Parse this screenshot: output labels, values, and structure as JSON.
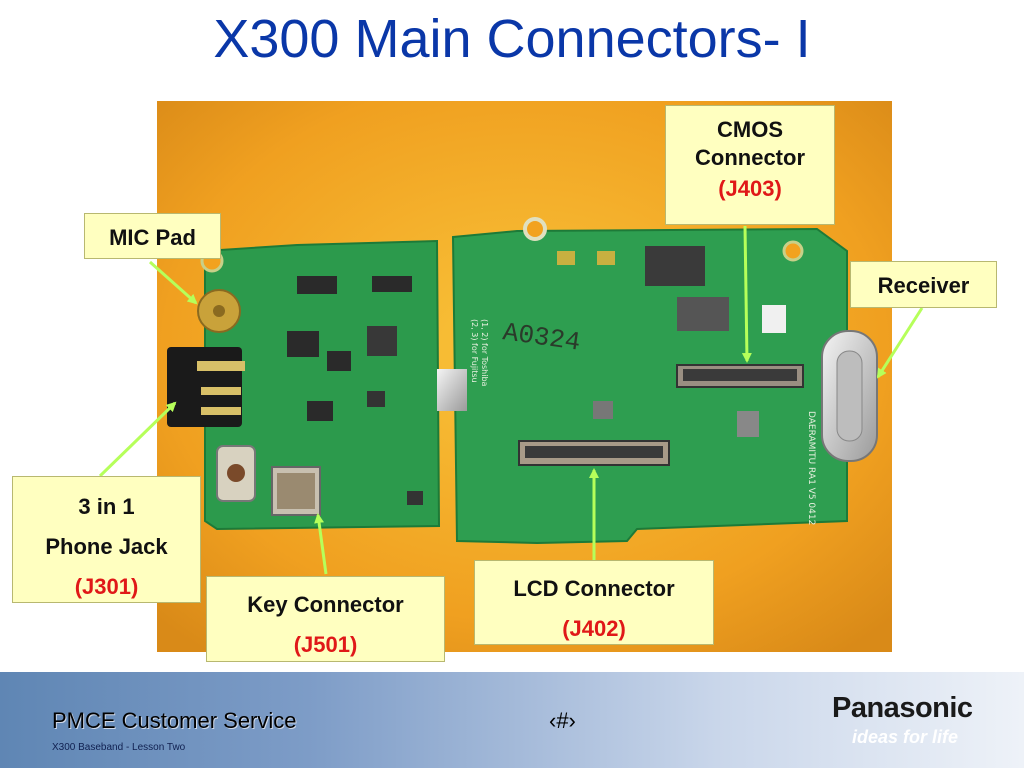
{
  "title": "X300 Main Connectors- I",
  "callouts": {
    "cmos": {
      "line1": "CMOS",
      "line2": "Connector",
      "ref": "(J403)"
    },
    "mic": {
      "label": "MIC Pad"
    },
    "receiver": {
      "label": "Receiver"
    },
    "jack": {
      "line1": "3 in 1",
      "line2": "Phone Jack",
      "ref": "(J301)"
    },
    "key": {
      "label": "Key Connector",
      "ref": "(J501)"
    },
    "lcd": {
      "label": "LCD Connector",
      "ref": "(J402)"
    }
  },
  "board": {
    "silkscreen": "A0324",
    "note_lines": [
      "(1, 2) for Toshiba",
      "(2, 3) for Fujitsu"
    ],
    "side_label": "DAERAMITU RA1 V5 0412"
  },
  "footer": {
    "left": "PMCE  Customer Service",
    "page": "‹#›",
    "sub": "X300 Baseband  - Lesson Two",
    "brand": "Panasonic",
    "tagline": "ideas for life"
  },
  "colors": {
    "title": "#0a37a8",
    "ref_red": "#e01818",
    "callout_bg": "#ffffc0",
    "arrow": "#b6ff5a",
    "pcb": "#2c9a4c",
    "background_orange": "#f2a21f"
  }
}
